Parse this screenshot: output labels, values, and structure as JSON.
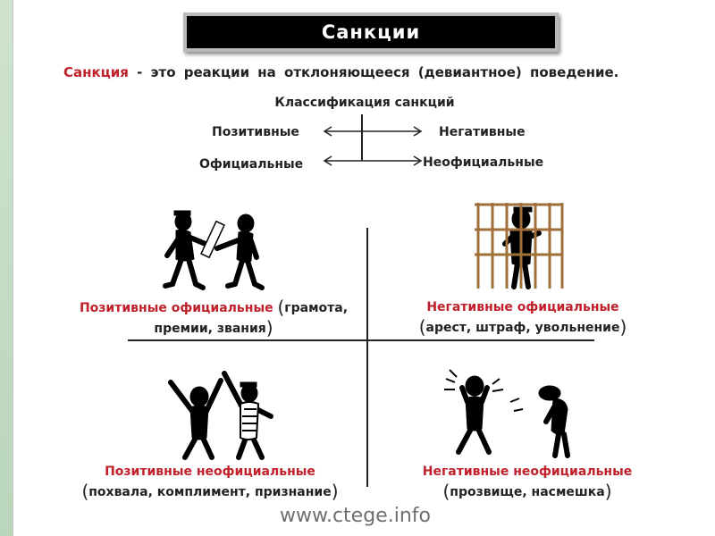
{
  "title": "Санкции",
  "definition": {
    "term": "Санкция",
    "rest": "- это реакции на отклоняющееся (девиантное) поведение."
  },
  "classification": {
    "heading": "Классификация санкций",
    "positive": "Позитивные",
    "negative": "Негативные",
    "official": "Официальные",
    "unofficial": "Неофициальные"
  },
  "quadrants": {
    "positive_official": {
      "title": "Позитивные официальные",
      "line1_rest": "грамота,",
      "line2": "премии, звания"
    },
    "negative_official": {
      "title": "Негативные официальные",
      "line2": "арест, штраф, увольнение"
    },
    "positive_unofficial": {
      "title": "Позитивные неофициальные",
      "line2": "похвала, комплимент, признание"
    },
    "negative_unofficial": {
      "title": "Негативные неофициальные",
      "line2": "прозвище, насмешка"
    }
  },
  "watermark": "www.ctege.info",
  "colors": {
    "accent_red": "#c0202a",
    "title_bg": "#000000",
    "bars": "#a0703a"
  }
}
